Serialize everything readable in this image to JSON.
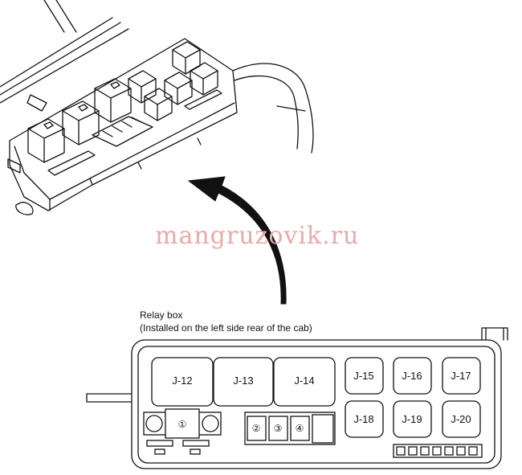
{
  "caption": {
    "line1": "Relay box",
    "line2": "(Installed on the left side rear of the cab)"
  },
  "watermark": "mangruzovik.ru",
  "relays": {
    "large": [
      "J-12",
      "J-13",
      "J-14"
    ],
    "small_top": [
      "J-15",
      "J-16",
      "J-17"
    ],
    "small_bottom": [
      "J-18",
      "J-19",
      "J-20"
    ]
  },
  "fuses": {
    "main": "①",
    "small": [
      "②",
      "③",
      "④"
    ]
  },
  "colors": {
    "ink": "#111111",
    "watermark": "#e8a9a9"
  }
}
